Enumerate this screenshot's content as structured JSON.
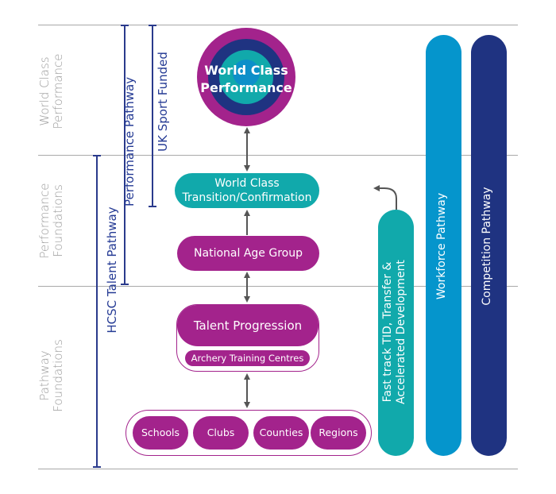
{
  "zones": [
    {
      "label_line1": "World Class",
      "label_line2": "Performance"
    },
    {
      "label_line1": "Performance",
      "label_line2": "Foundations"
    },
    {
      "label_line1": "Pathway",
      "label_line2": "Foundations"
    }
  ],
  "brackets": {
    "performance_pathway": "Performance Pathway",
    "uk_sport_funded": "UK Sport Funded",
    "hcsc_talent_pathway": "HCSC Talent Pathway"
  },
  "target": {
    "line1": "World Class",
    "line2": "Performance"
  },
  "nodes": {
    "transition": {
      "line1": "World Class",
      "line2": "Transition/Confirmation"
    },
    "national_age_group": "National Age Group",
    "talent_progression": "Talent Progression",
    "archery_training_centres": "Archery Training Centres",
    "foundation_items": [
      "Schools",
      "Clubs",
      "Counties",
      "Regions"
    ]
  },
  "side_bars": {
    "fast_track": {
      "line1": "Fast track TID, Transfer &",
      "line2": "Accelerated Development"
    },
    "workforce": "Workforce Pathway",
    "competition": "Competition Pathway"
  },
  "colors": {
    "purple": "#a3238c",
    "teal": "#11a9ab",
    "light_blue": "#0595cc",
    "navy": "#1f3381",
    "bracket_blue": "#2a3a8c",
    "grey_text": "#9a9a9a",
    "arrow_grey": "#555555"
  }
}
